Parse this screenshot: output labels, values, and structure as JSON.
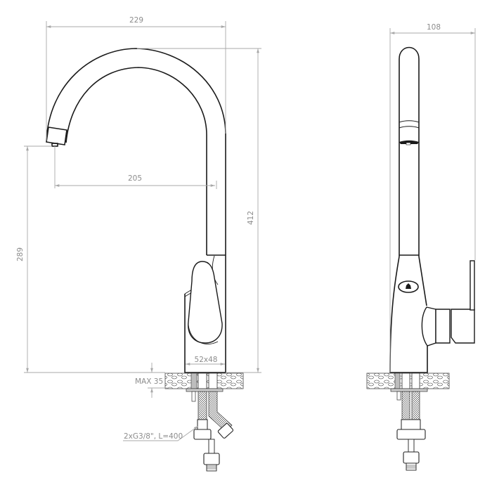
{
  "drawing": {
    "title": "Kitchen faucet technical dimension drawing",
    "views": [
      "front-view",
      "side-view"
    ],
    "colors": {
      "outline": "#1a1a1a",
      "dimension": "#a8a8a8",
      "dimension_text": "#8c8c8c",
      "background": "#ffffff"
    }
  },
  "front_view": {
    "dimensions": {
      "total_reach": "229",
      "spout_reach": "205",
      "total_height": "412",
      "spout_height": "289",
      "base_size": "52x48",
      "max_countertop": "MAX 35",
      "hoses": "2xG3/8\", L=400"
    }
  },
  "side_view": {
    "dimensions": {
      "total_depth": "108"
    }
  }
}
